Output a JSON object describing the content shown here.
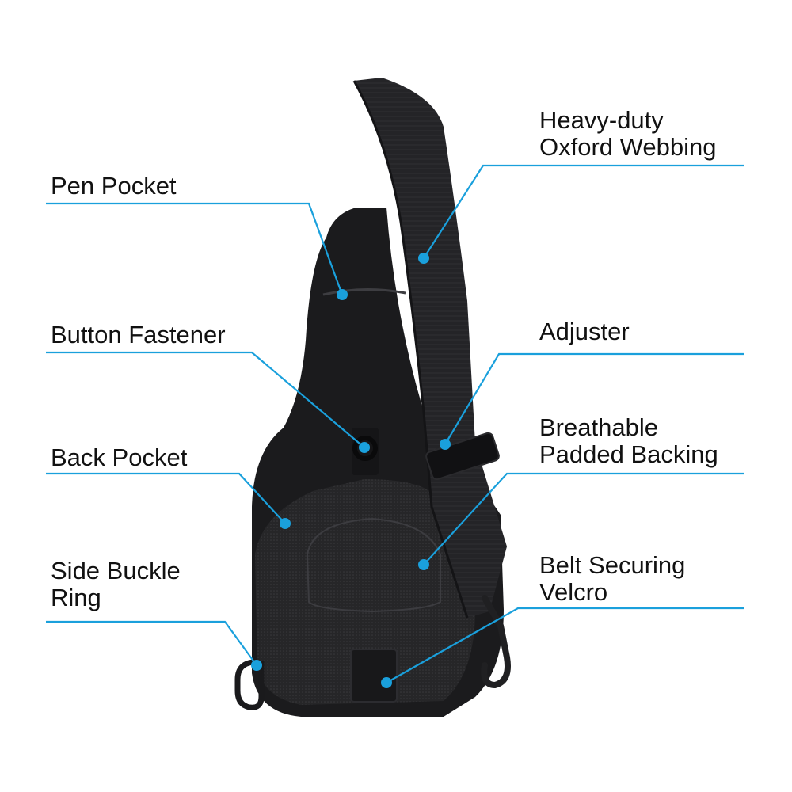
{
  "labels": {
    "pen_pocket": "Pen Pocket",
    "button_fastener": "Button Fastener",
    "back_pocket": "Back Pocket",
    "side_buckle_line1": "Side Buckle",
    "side_buckle_line2": "Ring",
    "heavy_duty_line1": "Heavy-duty",
    "heavy_duty_line2": "Oxford Webbing",
    "adjuster": "Adjuster",
    "breathable_line1": "Breathable",
    "breathable_line2": "Padded Backing",
    "belt_line1": "Belt Securing",
    "belt_line2": "Velcro"
  },
  "colors": {
    "callout": "#1aa0dc",
    "bag": "#1c1c1e",
    "bag_dark": "#0f0f10",
    "strap": "#232325",
    "mesh": "#2a2a2c",
    "text": "#111111"
  }
}
